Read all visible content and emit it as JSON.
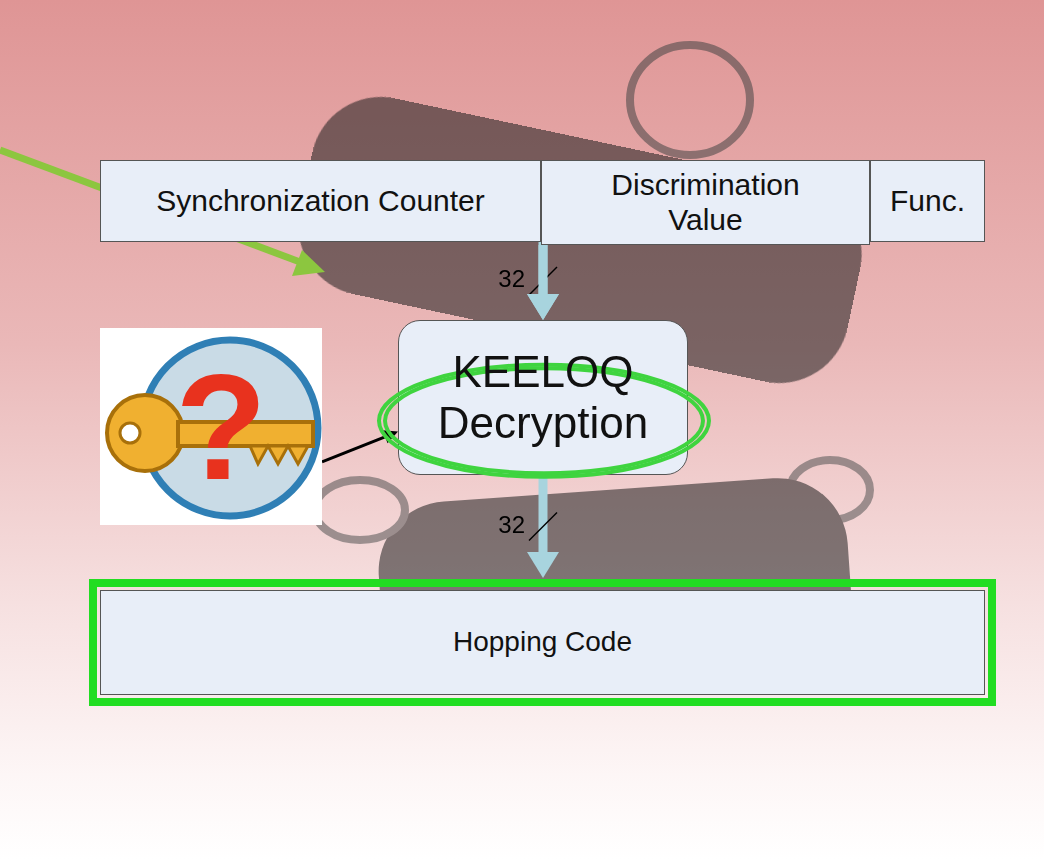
{
  "diagram": {
    "nodes": [
      {
        "text": [
          "Synchronization Counter"
        ]
      },
      {
        "text": [
          "Discrimination Value"
        ]
      },
      {
        "text": [
          "Func."
        ]
      },
      {
        "text": [
          "KEELOQ Decryption"
        ]
      },
      {
        "text": [
          "Hopping Code"
        ]
      },
      {
        "text": [
          "?"
        ]
      }
    ],
    "edges": [
      {
        "from": 0,
        "to": 3,
        "arrow": "to",
        "label": "32"
      },
      {
        "from": 1,
        "to": 3,
        "arrow": "to"
      },
      {
        "from": 5,
        "to": 3,
        "arrow": "to"
      },
      {
        "from": 3,
        "to": 4,
        "arrow": "to",
        "label": "32"
      }
    ]
  }
}
